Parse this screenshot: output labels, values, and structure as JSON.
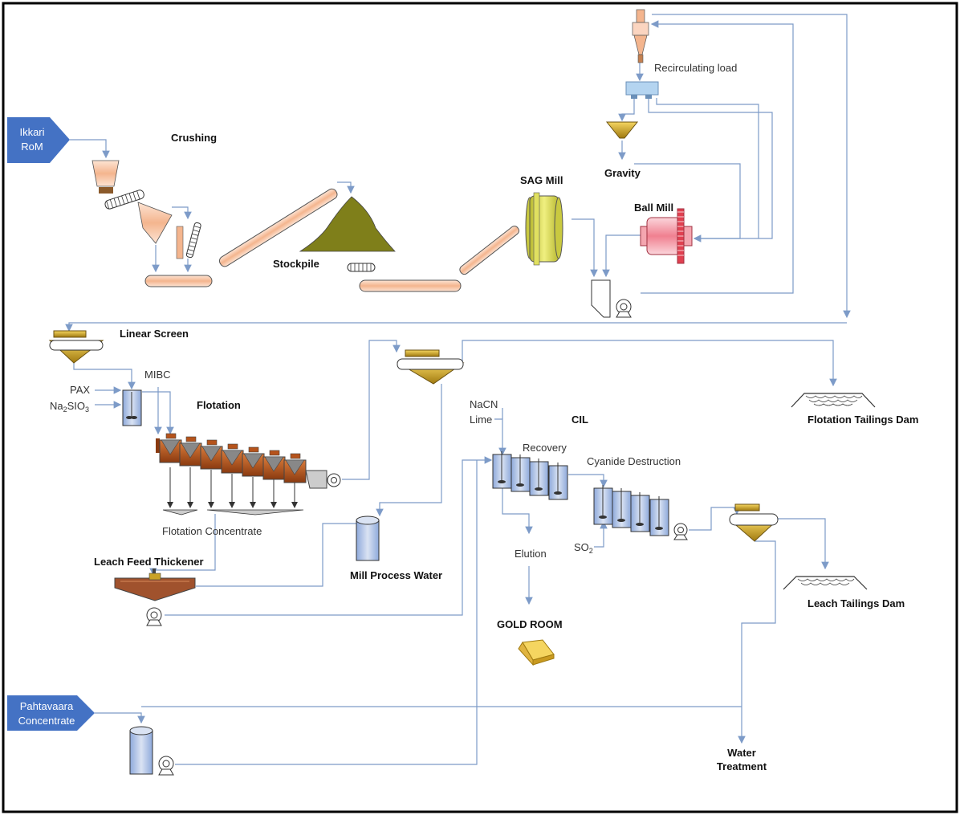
{
  "inputs": {
    "ikkari_line1": "Ikkari",
    "ikkari_line2": "RoM",
    "pahtavaara_line1": "Pahtavaara",
    "pahtavaara_line2": "Concentrate"
  },
  "labels": {
    "crushing": "Crushing",
    "stockpile": "Stockpile",
    "sag_mill": "SAG Mill",
    "recirculating_load": "Recirculating load",
    "gravity": "Gravity",
    "ball_mill": "Ball Mill",
    "linear_screen": "Linear Screen",
    "pax": "PAX",
    "na2sio3_main": "Na",
    "na2sio3_sub": "2",
    "na2sio3_rest": "SIO",
    "na2sio3_sub2": "3",
    "mibc": "MIBC",
    "flotation": "Flotation",
    "flotation_concentrate": "Flotation Concentrate",
    "leach_feed_thickener": "Leach Feed Thickener",
    "mill_process_water": "Mill Process Water",
    "nacn": "NaCN",
    "lime": "Lime",
    "cil": "CIL",
    "recovery": "Recovery",
    "cyanide_destruction": "Cyanide Destruction",
    "elution": "Elution",
    "gold_room": "GOLD ROOM",
    "so2_main": "SO",
    "so2_sub": "2",
    "flotation_tailings_dam": "Flotation Tailings Dam",
    "leach_tailings_dam": "Leach Tailings Dam",
    "water_treatment_line1": "Water",
    "water_treatment_line2": "Treatment"
  },
  "colors": {
    "input_tag": "#4472c4",
    "flow_line": "#7d9bc8",
    "crusher": "#f8cbad",
    "stockpile": "#7f7f1a",
    "sag_mill": "#d4d44a",
    "ball_mill": "#f4a6b0",
    "flotation_cell": "#b5531b",
    "tank": "#b4c7e7",
    "screen_gold": "#c9a227",
    "thickener": "#a0522d"
  }
}
